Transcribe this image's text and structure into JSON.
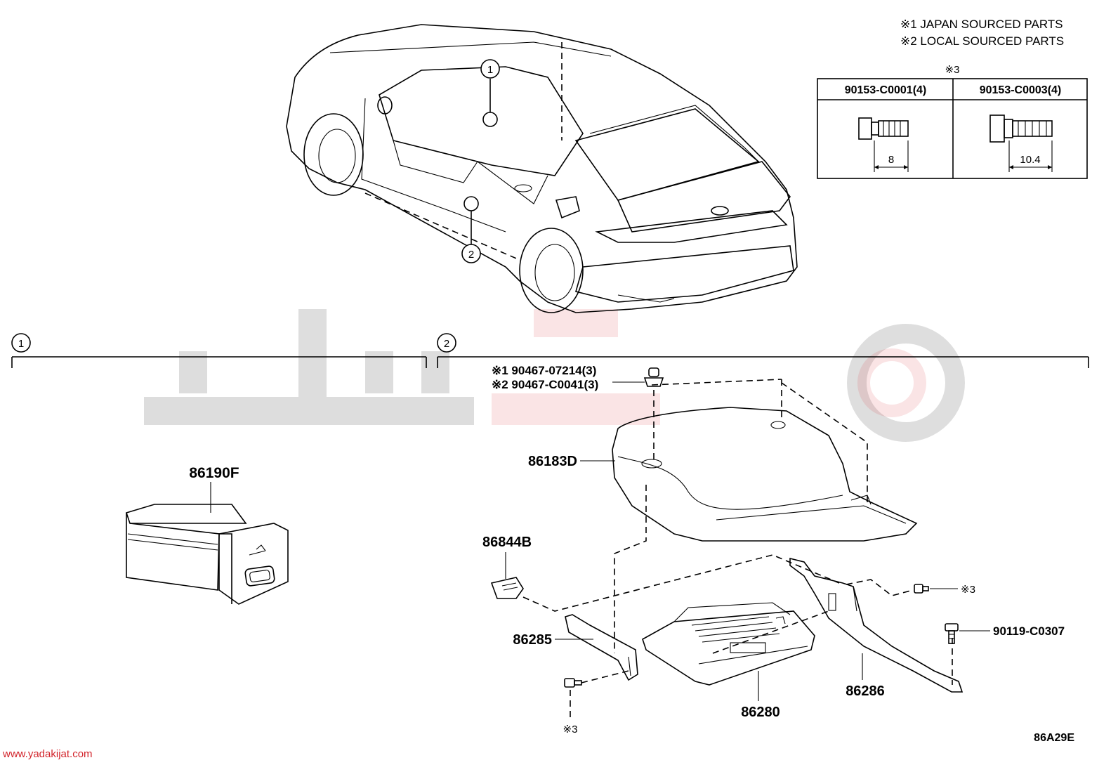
{
  "notes": {
    "japan": "※1 JAPAN SOURCED PARTS",
    "local": "※2 LOCAL SOURCED PARTS"
  },
  "bolt_table": {
    "marker": "※3",
    "col1_part": "90153-C0001(4)",
    "col1_dim": "8",
    "col2_part": "90153-C0003(4)",
    "col2_dim": "10.4"
  },
  "sections": {
    "one": "1",
    "two": "2"
  },
  "car_callouts": {
    "one": "1",
    "two": "2"
  },
  "parts": {
    "usb_port": "86190F",
    "clip_japan": "※1 90467-07214(3)",
    "clip_local": "※2 90467-C0041(3)",
    "cover": "86183D",
    "cap": "86844B",
    "bracket_left": "86285",
    "ecu": "86280",
    "bracket_right": "86286",
    "bolt_ref_right": "※3",
    "bolt_ref_bottom": "※3",
    "bolt_right": "90119-C0307"
  },
  "diagram_code": "86A29E",
  "website": "www.yadakijat.com",
  "watermark_color": "#d2232a"
}
